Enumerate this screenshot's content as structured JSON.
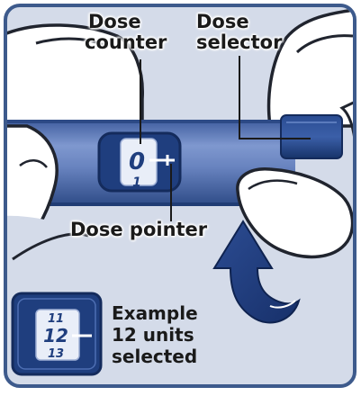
{
  "labels": {
    "dose_counter": [
      "Dose",
      "counter"
    ],
    "dose_selector": [
      "Dose",
      "selector"
    ],
    "dose_pointer": "Dose pointer"
  },
  "counter_window": {
    "top_digit": "0",
    "bottom_digit": "1"
  },
  "example": {
    "caption": [
      "Example",
      "12 units",
      "selected"
    ],
    "digits": [
      "11",
      "12",
      "13"
    ]
  },
  "colors": {
    "panel_border": "#3d5a8c",
    "panel_bg": "#d4dbe9",
    "pen_body": "#5d78b6",
    "pen_dark": "#2d4a86",
    "selector": "#1f3e7e",
    "hand_outline": "#20242e",
    "arrow": "#1e3a78"
  },
  "icons": [
    "turn-arrow-icon",
    "hand-illustration"
  ]
}
